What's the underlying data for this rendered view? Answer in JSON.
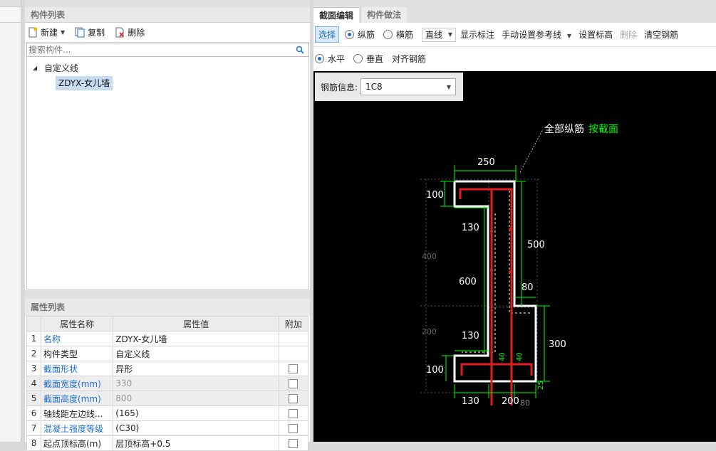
{
  "component_list": {
    "title": "构件列表",
    "toolbar": {
      "new_label": "新建",
      "copy_label": "复制",
      "delete_label": "删除"
    },
    "search_placeholder": "搜索构件...",
    "tree": {
      "parent": "自定义线",
      "child": "ZDYX-女儿墙"
    }
  },
  "property_list": {
    "title": "属性列表",
    "headers": {
      "name": "属性名称",
      "value": "属性值",
      "extra": "附加"
    },
    "rows": [
      {
        "num": "1",
        "name": "名称",
        "value": "ZDYX-女儿墙"
      },
      {
        "num": "2",
        "name": "构件类型",
        "value": "自定义线"
      },
      {
        "num": "3",
        "name": "截面形状",
        "value": "异形"
      },
      {
        "num": "4",
        "name": "截面宽度(mm)",
        "value": "330"
      },
      {
        "num": "5",
        "name": "截面高度(mm)",
        "value": "800"
      },
      {
        "num": "6",
        "name": "轴线距左边线...",
        "value": "(165)"
      },
      {
        "num": "7",
        "name": "混凝土强度等级",
        "value": "(C30)"
      },
      {
        "num": "8",
        "name": "起点顶标高(m)",
        "value": "层顶标高+0.5"
      }
    ]
  },
  "editor": {
    "tabs": {
      "active": "截面编辑",
      "inactive": "构件做法"
    },
    "toolbar1": {
      "select": "选择",
      "radio_long": "纵筋",
      "radio_trans": "横筋",
      "line_type": "直线",
      "show_label": "显示标注",
      "manual_ref": "手动设置参考线",
      "set_elev": "设置标高",
      "delete": "删除",
      "clear_rebar": "清空钢筋"
    },
    "toolbar2": {
      "horizontal": "水平",
      "vertical": "垂直",
      "align": "对齐钢筋"
    },
    "rebar_info": {
      "label": "钢筋信息:",
      "value": "1C8"
    },
    "drawing": {
      "note_prefix": "全部纵筋",
      "note_highlight": "按截面",
      "dims": {
        "top_width": "250",
        "top_thick": "100",
        "upper_inner": "130",
        "right_upper": "500",
        "left_faint_upper": "400",
        "middle": "600",
        "step": "80",
        "left_faint_lower": "200",
        "lower_inner": "130",
        "right_lower": "300",
        "bottom_thick": "100",
        "bottom_left": "130",
        "bottom_mid": "200",
        "bottom_right": "80",
        "rot_a": "40",
        "rot_b": "40",
        "rot_c": "25"
      }
    }
  },
  "colors": {
    "accent": "#1f6fd1",
    "rebar": "#e02020",
    "dimension": "#00ff00",
    "outline": "#ffffff"
  }
}
